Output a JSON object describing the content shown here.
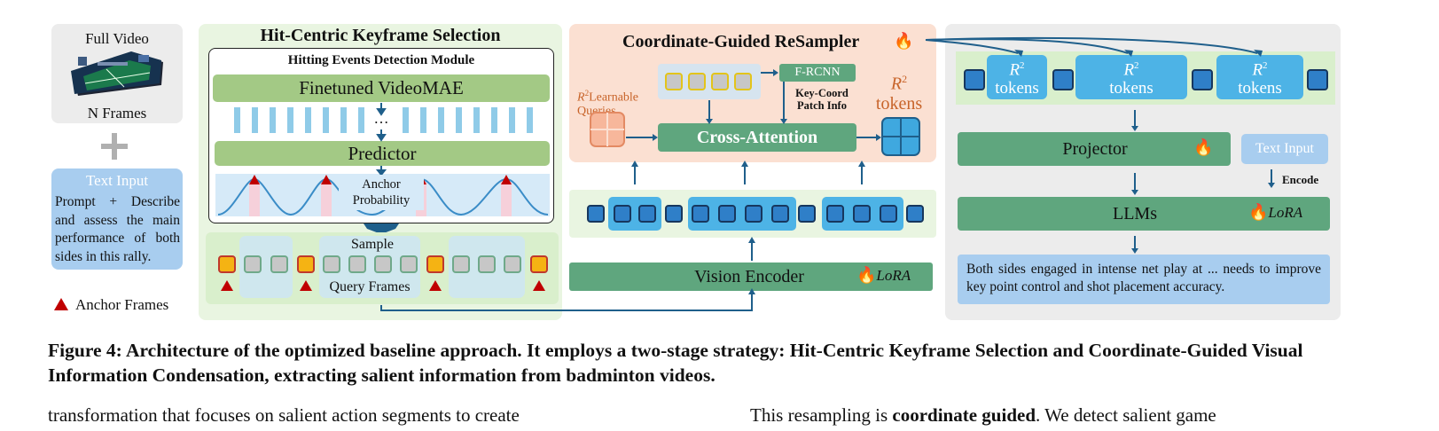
{
  "input_panel": {
    "video_title": "Full Video",
    "video_caption": "N Frames",
    "plus": "+",
    "text_input_title": "Text Input",
    "text_input_body": "Prompt + Describe and assess the main performance of both sides in this rally.",
    "anchor_legend": "Anchor Frames"
  },
  "keyframe": {
    "title": "Hit-Centric Keyframe Selection",
    "module_title": "Hitting Events Detection Module",
    "videomae": "Finetuned VideoMAE",
    "ellipsis": "…",
    "predictor": "Predictor",
    "anchor_prob": "Anchor Probability",
    "sample": "Sample",
    "query_frames": "Query Frames"
  },
  "resampler": {
    "title": "Coordinate-Guided ReSampler",
    "learnable_prefix": "R",
    "learnable_sup": "2",
    "learnable_suffix": "Learnable Queries",
    "frcnn": "F-RCNN",
    "key_coord": "Key-Coord Patch Info",
    "cross_attention": "Cross-Attention",
    "r2_tokens_r": "R",
    "r2_tokens_sup": "2",
    "r2_tokens_word": "tokens",
    "vision_encoder": "Vision Encoder",
    "lora": "LoRA"
  },
  "llm_panel": {
    "token_r": "R",
    "token_sup": "2",
    "token_word": "tokens",
    "projector": "Projector",
    "text_input": "Text Input",
    "encode": "Encode",
    "llms": "LLMs",
    "lora": "LoRA",
    "output": "Both sides engaged in intense net play at ... needs to improve key point control and shot placement accuracy."
  },
  "icons": {
    "fire": "fire-icon",
    "anchor": "red-triangle-icon",
    "video": "badminton-court-thumbnail"
  },
  "caption": {
    "label": "Figure 4:",
    "text": "Architecture of the optimized baseline approach. It employs a two-stage strategy: Hit-Centric Keyframe Selection and Coordinate-Guided Visual Information Condensation, extracting salient information from badminton videos."
  },
  "body_text": {
    "left": "transformation that focuses on salient action segments to create",
    "right_prefix": "This resampling is ",
    "right_bold": "coordinate guided",
    "right_suffix": ". We detect salient game"
  },
  "colors": {
    "green_panel": "#e9f5e1",
    "bar_green": "#a3c985",
    "dark_green": "#5fa67e",
    "orange_panel": "#fbe0d2",
    "gray_panel": "#ececec",
    "blue_token": "#2f7fc8",
    "light_blue": "#a8cdef",
    "anchor_red": "#c00000"
  }
}
